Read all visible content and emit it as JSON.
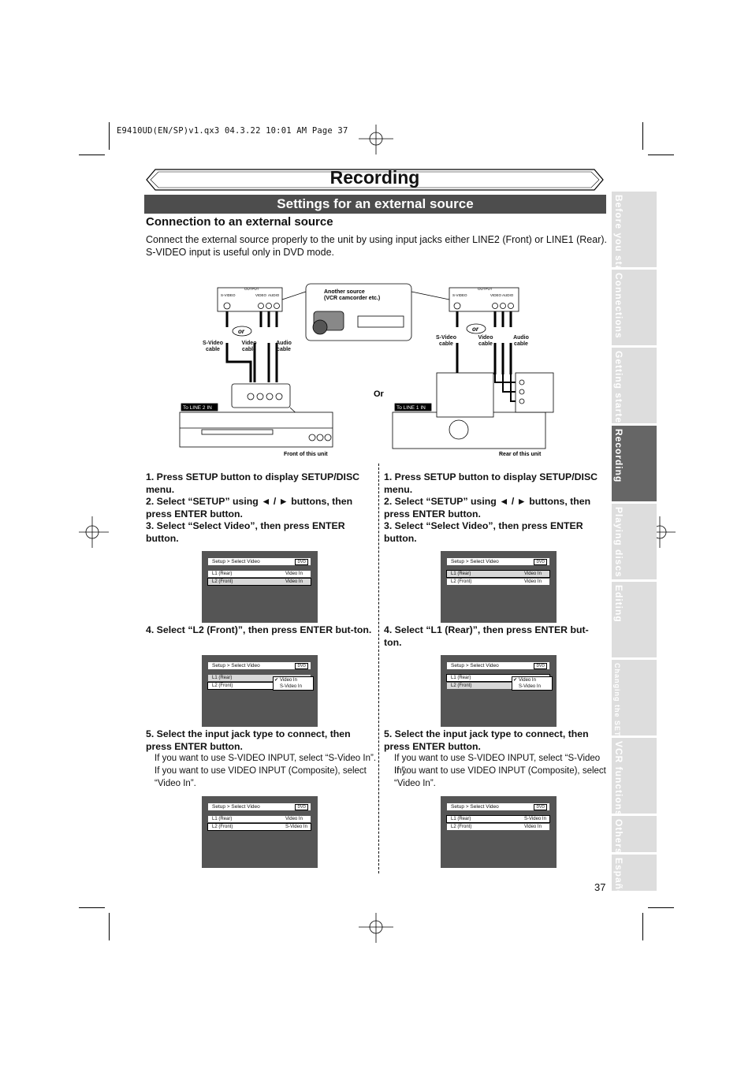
{
  "header_file": "E9410UD(EN/SP)v1.qx3  04.3.22  10:01 AM  Page 37",
  "title": "Recording",
  "section_title": "Settings for an external source",
  "subheading": "Connection to an external source",
  "intro": "Connect the external source properly to the unit by using input jacks either LINE2 (Front) or LINE1 (Rear). S-VIDEO input is useful only in DVD mode.",
  "tabs": [
    "Before you start",
    "Connections",
    "Getting started",
    "Recording",
    "Playing discs",
    "Editing",
    "Changing the SETUP menu",
    "VCR functions",
    "Others",
    "Español"
  ],
  "diagram": {
    "output": "OUTPUT",
    "s_video_jack": "S-VIDEO",
    "video_jack": "VIDEO",
    "audio_jack": "AUDIO",
    "or_small": "or",
    "or_big": "Or",
    "another_source": "Another source",
    "another_source_2": "(VCR camcorder etc.)",
    "s_video_cable": "S-Video cable",
    "video_cable": "Video cable",
    "audio_cable": "Audio cable",
    "to_line2": "To LINE 2 IN",
    "to_line1": "To LINE 1 IN",
    "front_unit": "Front of this unit",
    "rear_unit": "Rear of this unit"
  },
  "left_col": {
    "step1": "1. Press SETUP button to display SETUP/DISC menu.",
    "step2": "2. Select “SETUP” using ◄ / ► buttons, then press ENTER button.",
    "step3": "3. Select “Select Video”, then press ENTER button.",
    "step4": "4. Select “L2 (Front)”, then press ENTER but-ton.",
    "step5": "5. Select the input jack type to connect, then press ENTER button.",
    "note1": "If you want to use S-VIDEO INPUT, select “S-Video In”.",
    "note2": "If you want to use VIDEO INPUT (Composite), select “Video In”."
  },
  "right_col": {
    "step1": "1. Press SETUP button to display SETUP/DISC menu.",
    "step2": "2. Select “SETUP” using ◄ / ► buttons, then press ENTER button.",
    "step3": "3. Select “Select Video”, then press ENTER button.",
    "step4": "4. Select “L1 (Rear)”, then press ENTER but-ton.",
    "step5": "5. Select the input jack type to connect, then press ENTER button.",
    "note1": "If you want to use S-VIDEO INPUT, select “S-Video In”.",
    "note2": "If you want to use VIDEO INPUT (Composite), select “Video In”."
  },
  "screen": {
    "title": "Setup > Select Video",
    "badge": "DVD",
    "row1": "L1 (Rear)",
    "row2": "L2 (Front)",
    "video_in": "Video In",
    "svideo_in": "S-Video In"
  },
  "page_number": "37"
}
